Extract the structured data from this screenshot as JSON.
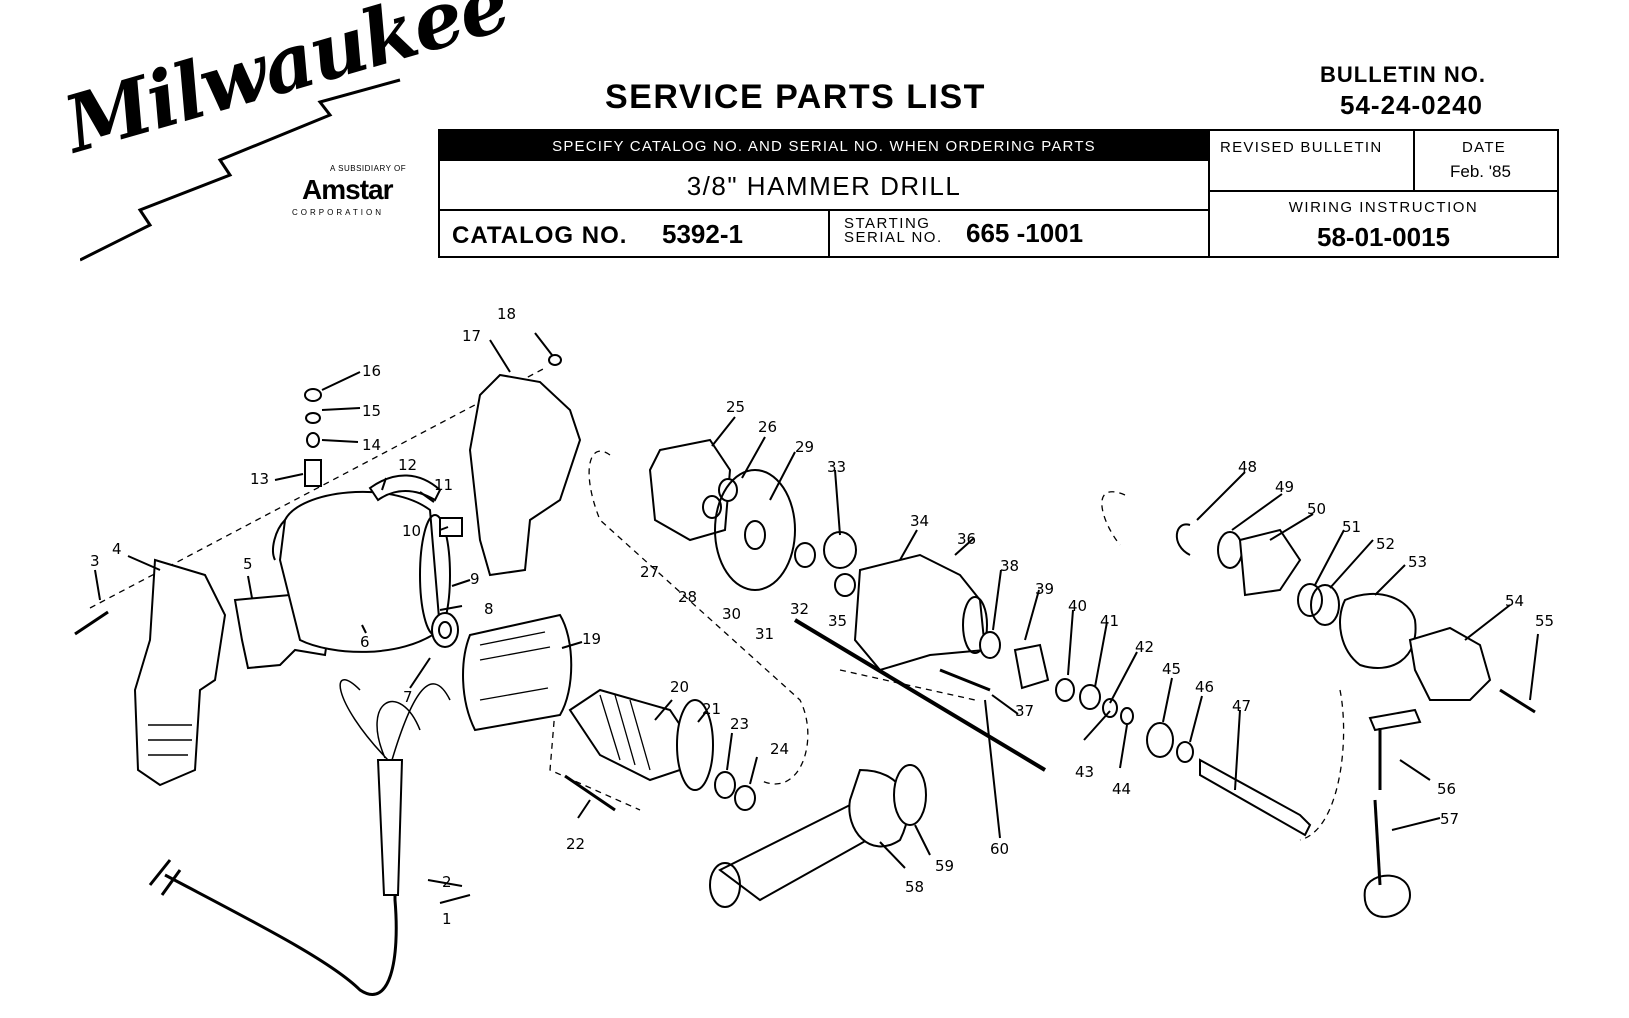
{
  "brand": {
    "logo_text": "Milwaukee",
    "subsidiary_text": "A SUBSIDIARY OF",
    "parent_name": "Amstar",
    "parent_suffix": "CORPORATION"
  },
  "header": {
    "title": "SERVICE PARTS LIST",
    "bulletin_label": "BULLETIN NO.",
    "bulletin_no": "54-24-0240",
    "ordering_note": "SPECIFY CATALOG NO. AND SERIAL NO. WHEN ORDERING PARTS",
    "product_name": "3/8\" HAMMER DRILL",
    "catalog_label": "CATALOG NO.",
    "catalog_no": "5392-1",
    "starting_label_1": "STARTING",
    "starting_label_2": "SERIAL NO.",
    "starting_serial": "665 -1001",
    "revised_label": "REVISED BULLETIN",
    "revised_value": "",
    "date_label": "DATE",
    "date_value": "Feb. '85",
    "wiring_label": "WIRING INSTRUCTION",
    "wiring_no": "58-01-0015"
  },
  "diagram": {
    "callouts": [
      "1",
      "2",
      "3",
      "4",
      "5",
      "6",
      "7",
      "8",
      "9",
      "10",
      "11",
      "12",
      "13",
      "14",
      "15",
      "16",
      "17",
      "18",
      "19",
      "20",
      "21",
      "22",
      "23",
      "24",
      "25",
      "26",
      "27",
      "28",
      "29",
      "30",
      "31",
      "32",
      "33",
      "34",
      "35",
      "36",
      "37",
      "38",
      "39",
      "40",
      "41",
      "42",
      "43",
      "44",
      "45",
      "46",
      "47",
      "48",
      "49",
      "50",
      "51",
      "52",
      "53",
      "54",
      "55",
      "56",
      "57",
      "58",
      "59",
      "60"
    ]
  }
}
